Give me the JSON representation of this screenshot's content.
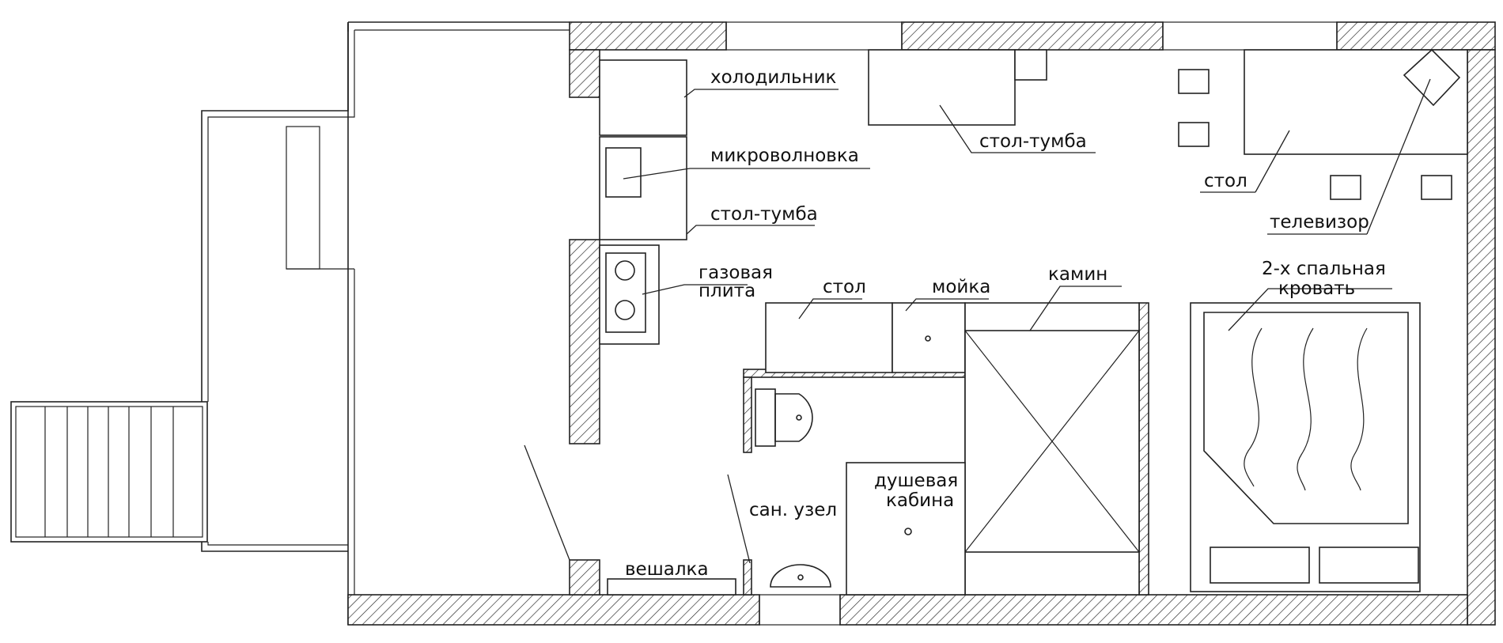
{
  "labels": {
    "fridge": "холодильник",
    "microwave": "микроволновка",
    "cabinet_table_kitchen": "стол-тумба",
    "cabinet_table_top": "стол-тумба",
    "stove_line1": "газовая",
    "stove_line2": "плита",
    "table_kitchen": "стол",
    "sink": "мойка",
    "fireplace": "камин",
    "table_room": "стол",
    "tv": "телевизор",
    "bed_line1": "2-х спальная",
    "bed_line2": "кровать",
    "shower_line1": "душевая",
    "shower_line2": "кабина",
    "bathroom": "сан. узел",
    "coat_rack": "вешалка"
  }
}
